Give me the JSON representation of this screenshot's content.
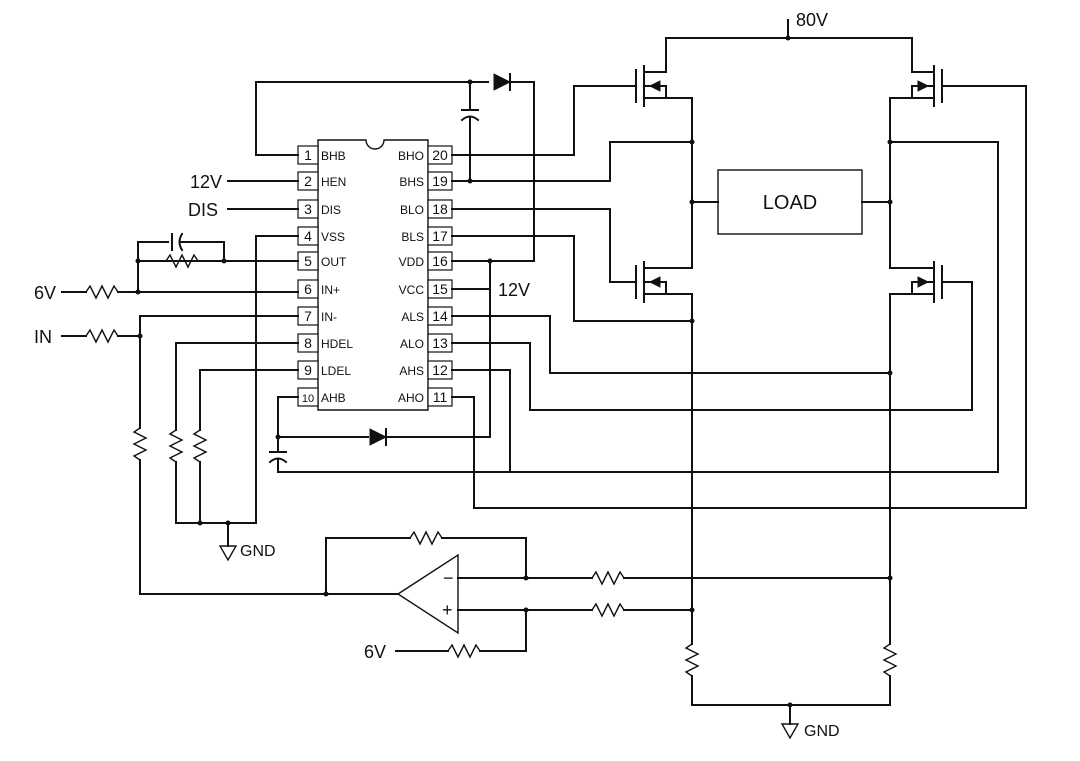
{
  "ic": {
    "pins_left": [
      {
        "num": "1",
        "name": "BHB"
      },
      {
        "num": "2",
        "name": "HEN"
      },
      {
        "num": "3",
        "name": "DIS"
      },
      {
        "num": "4",
        "name": "VSS"
      },
      {
        "num": "5",
        "name": "OUT"
      },
      {
        "num": "6",
        "name": "IN+"
      },
      {
        "num": "7",
        "name": "IN-"
      },
      {
        "num": "8",
        "name": "HDEL"
      },
      {
        "num": "9",
        "name": "LDEL"
      },
      {
        "num": "10",
        "name": "AHB"
      }
    ],
    "pins_right": [
      {
        "num": "20",
        "name": "BHO"
      },
      {
        "num": "19",
        "name": "BHS"
      },
      {
        "num": "18",
        "name": "BLO"
      },
      {
        "num": "17",
        "name": "BLS"
      },
      {
        "num": "16",
        "name": "VDD"
      },
      {
        "num": "15",
        "name": "VCC"
      },
      {
        "num": "14",
        "name": "ALS"
      },
      {
        "num": "13",
        "name": "ALO"
      },
      {
        "num": "12",
        "name": "AHS"
      },
      {
        "num": "11",
        "name": "AHO"
      }
    ]
  },
  "labels": {
    "supply_high": "80V",
    "hen_supply": "12V",
    "dis": "DIS",
    "in_plus_source": "6V",
    "input": "IN",
    "vcc_supply": "12V",
    "gnd_left": "GND",
    "opamp_ref": "6V",
    "gnd_bottom": "GND",
    "load": "LOAD",
    "opamp_minus": "−",
    "opamp_plus": "+"
  }
}
